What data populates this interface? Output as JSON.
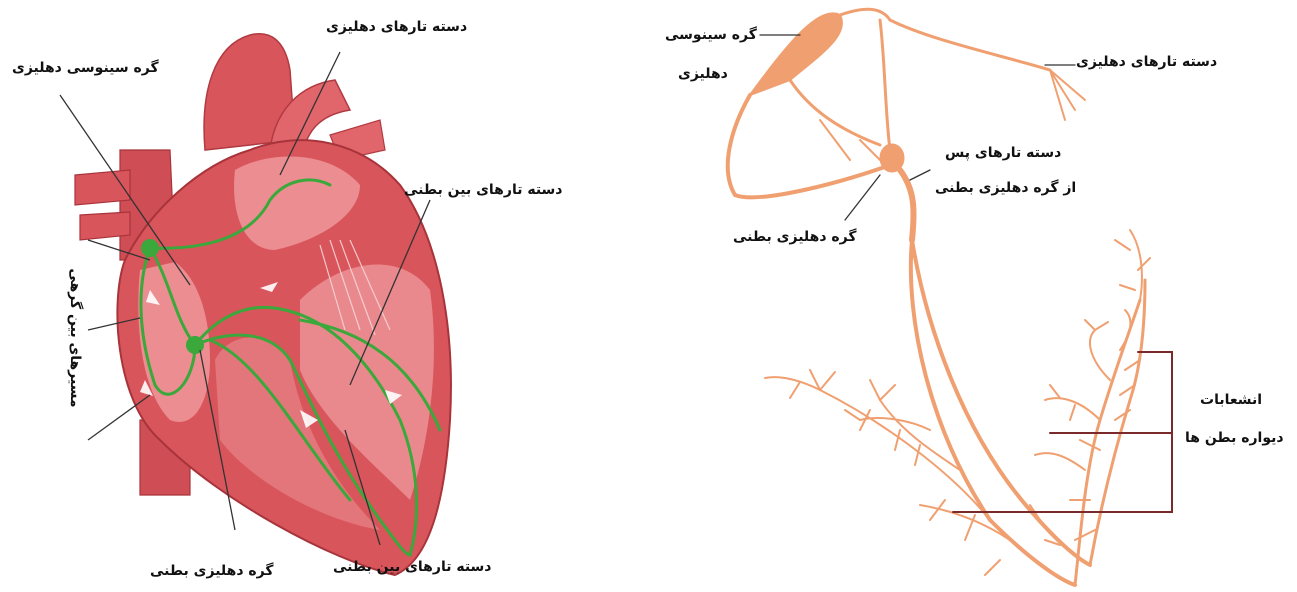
{
  "left_diagram": {
    "labels": {
      "atrial_bundle": "دسته تارهای دهلیزی",
      "sa_node": "گره سینوسی دهلیزی",
      "interventricular_bundle_right": "دسته تارهای بین بطنی",
      "internodal_pathways": "مسیرهای بین گرهی",
      "av_node": "گره دهلیزی بطنی",
      "interventricular_bundle_bottom": "دسته تارهای بین بطنی"
    }
  },
  "right_diagram": {
    "labels": {
      "sa_node_line1": "گره سینوسی",
      "sa_node_line2": "دهلیزی",
      "atrial_bundle": "دسته تارهای دهلیزی",
      "post_av_bundle_line1": "دسته تارهای پس",
      "post_av_bundle_line2": "از گره دهلیزی بطنی",
      "av_node": "گره دهلیزی بطنی",
      "branches_line1": "انشعابات",
      "branches_line2": "دیواره بطن ها"
    }
  },
  "colors": {
    "heart_red": "#d9555c",
    "heart_light": "#f0a0a3",
    "conduction_green": "#3aa83a",
    "conduction_orange": "#f0a070",
    "leader_line": "#333333",
    "bracket": "#7a2a2a"
  }
}
